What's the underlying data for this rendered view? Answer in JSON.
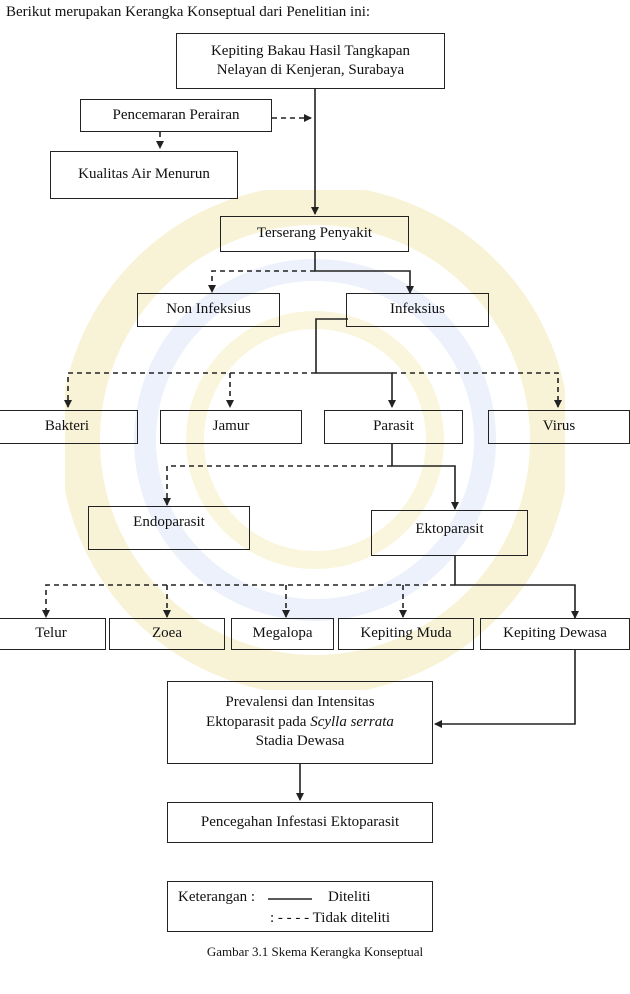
{
  "intro": "Berikut merupakan Kerangka Konseptual dari Penelitian ini:",
  "nodes": {
    "kepiting_line1": "Kepiting Bakau Hasil Tangkapan",
    "kepiting_line2": "Nelayan di Kenjeran, Surabaya",
    "pencemaran": "Pencemaran Perairan",
    "kualitas": "Kualitas Air Menurun",
    "terserang": "Terserang Penyakit",
    "non_infeksius": "Non Infeksius",
    "infeksius": "Infeksius",
    "bakteri": "Bakteri",
    "jamur": "Jamur",
    "parasit": "Parasit",
    "virus": "Virus",
    "endoparasit": "Endoparasit",
    "ektoparasit": "Ektoparasit",
    "telur": "Telur",
    "zoea": "Zoea",
    "megalopa": "Megalopa",
    "kepiting_muda": "Kepiting Muda",
    "kepiting_dewasa": "Kepiting Dewasa",
    "prevalensi_line1": "Prevalensi dan Intensitas",
    "prevalensi_line2_prefix": "Ektoparasit pada ",
    "prevalensi_line2_italic": "Scylla serrata",
    "prevalensi_line3": "Stadia Dewasa",
    "pencegahan": "Pencegahan Infestasi Ektoparasit"
  },
  "legend": {
    "title": "Keterangan :",
    "solid_label": "Diteliti",
    "dashed_prefix": ": - - - -",
    "dashed_label": "Tidak diteliti"
  },
  "caption": "Gambar 3.1 Skema Kerangka Konseptual",
  "colors": {
    "line": "#222222",
    "watermark": "#f2e7a6"
  }
}
